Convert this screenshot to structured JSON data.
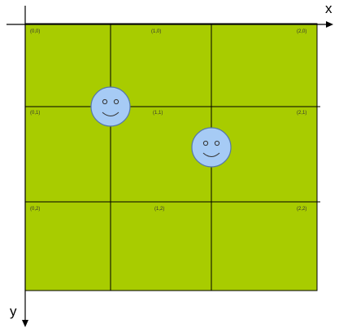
{
  "diagram": {
    "axes": {
      "x_label": "x",
      "y_label": "y"
    },
    "grid": {
      "columns": 3,
      "rows": 3,
      "fill_color": "#a8cc00",
      "line_color": "#000000",
      "cells": [
        {
          "label": "(0,0)"
        },
        {
          "label": "(1,0)"
        },
        {
          "label": "(2,0)"
        },
        {
          "label": "(0,1)"
        },
        {
          "label": "(1,1)"
        },
        {
          "label": "(2,1)"
        },
        {
          "label": "(0,2)"
        },
        {
          "label": "(1,2)"
        },
        {
          "label": "(2,2)"
        }
      ]
    },
    "smileys": [
      {
        "name": "smiley-face-icon",
        "color": "#a6cbf5"
      },
      {
        "name": "smiley-face-icon",
        "color": "#a6cbf5"
      }
    ]
  }
}
